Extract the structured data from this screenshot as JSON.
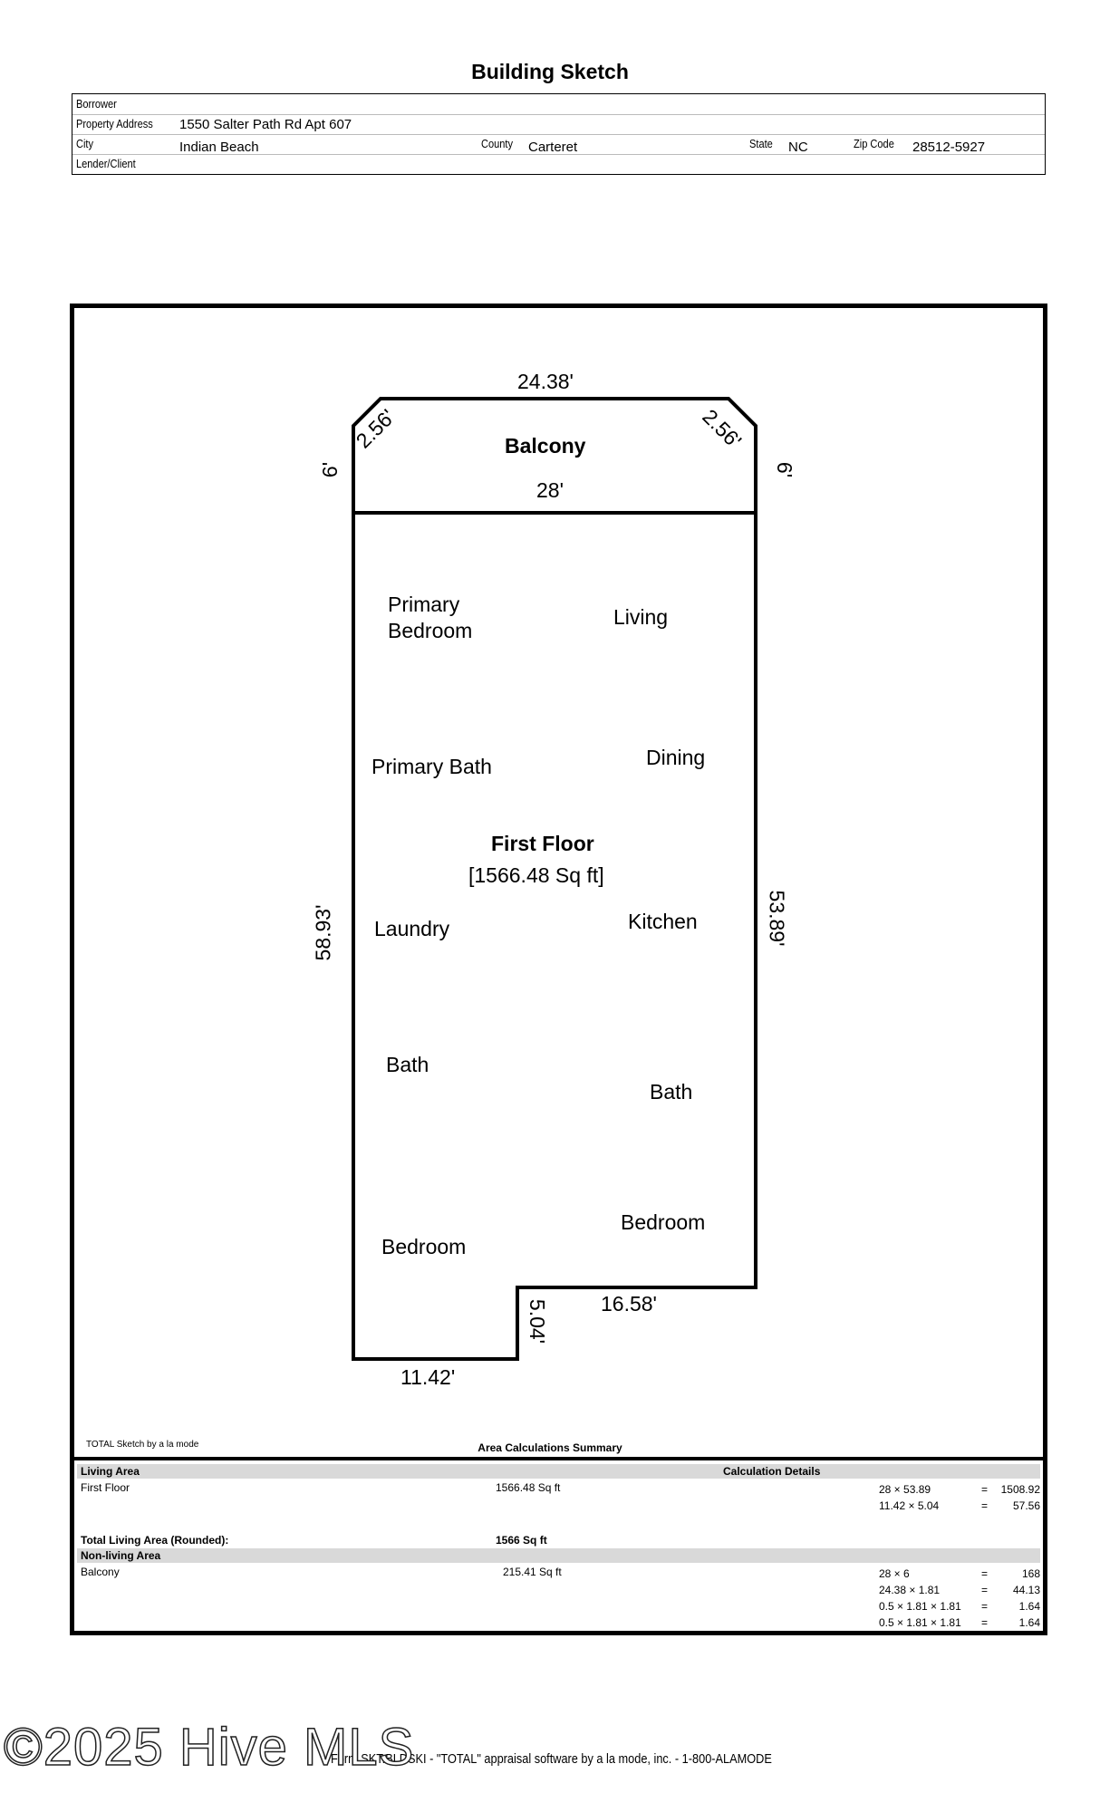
{
  "title": "Building Sketch",
  "header": {
    "borrower_label": "Borrower",
    "borrower_value": "",
    "address_label": "Property Address",
    "address_value": "1550 Salter Path Rd Apt 607",
    "city_label": "City",
    "city_value": "Indian Beach",
    "county_label": "County",
    "county_value": "Carteret",
    "state_label": "State",
    "state_value": "NC",
    "zip_label": "Zip Code",
    "zip_value": "28512-5927",
    "lender_label": "Lender/Client",
    "lender_value": ""
  },
  "sketch": {
    "balcony_label": "Balcony",
    "floor_label": "First Floor",
    "floor_area": "[1566.48 Sq ft]",
    "rooms": {
      "primary_bedroom": "Primary\nBedroom",
      "living": "Living",
      "primary_bath": "Primary Bath",
      "dining": "Dining",
      "laundry": "Laundry",
      "kitchen": "Kitchen",
      "bath_left": "Bath",
      "bath_right": "Bath",
      "bedroom_left": "Bedroom",
      "bedroom_right": "Bedroom"
    },
    "dimensions": {
      "top": "24.38'",
      "bevel_left": "2.56'",
      "bevel_right": "2.56'",
      "balcony_left": "6'",
      "balcony_right": "6'",
      "balcony_bottom": "28'",
      "left": "58.93'",
      "right": "53.89'",
      "notch_vertical": "5.04'",
      "notch_right": "16.58'",
      "bottom_left": "11.42'"
    },
    "software_tag": "TOTAL Sketch by a la mode"
  },
  "area_summary": {
    "title": "Area Calculations Summary",
    "living_header": "Living Area",
    "calc_header": "Calculation Details",
    "first_floor_label": "First Floor",
    "first_floor_area": "1566.48 Sq ft",
    "first_floor_calcs": [
      {
        "expr": "28 × 53.89",
        "eq": "=",
        "result": "1508.92"
      },
      {
        "expr": "11.42 × 5.04",
        "eq": "=",
        "result": "57.56"
      }
    ],
    "total_label": "Total Living Area (Rounded):",
    "total_value": "1566 Sq ft",
    "nonliving_header": "Non-living Area",
    "balcony_label": "Balcony",
    "balcony_area": "215.41 Sq ft",
    "balcony_calcs": [
      {
        "expr": "28 × 6",
        "eq": "=",
        "result": "168"
      },
      {
        "expr": "24.38 × 1.81",
        "eq": "=",
        "result": "44.13"
      },
      {
        "expr": "0.5 × 1.81 × 1.81",
        "eq": "=",
        "result": "1.64"
      },
      {
        "expr": "0.5 × 1.81 × 1.81",
        "eq": "=",
        "result": "1.64"
      }
    ]
  },
  "watermark": "©2025 Hive MLS",
  "footer_credit": "Form SKT.BLDSKI - \"TOTAL\" appraisal software by a la mode, inc. - 1-800-ALAMODE"
}
